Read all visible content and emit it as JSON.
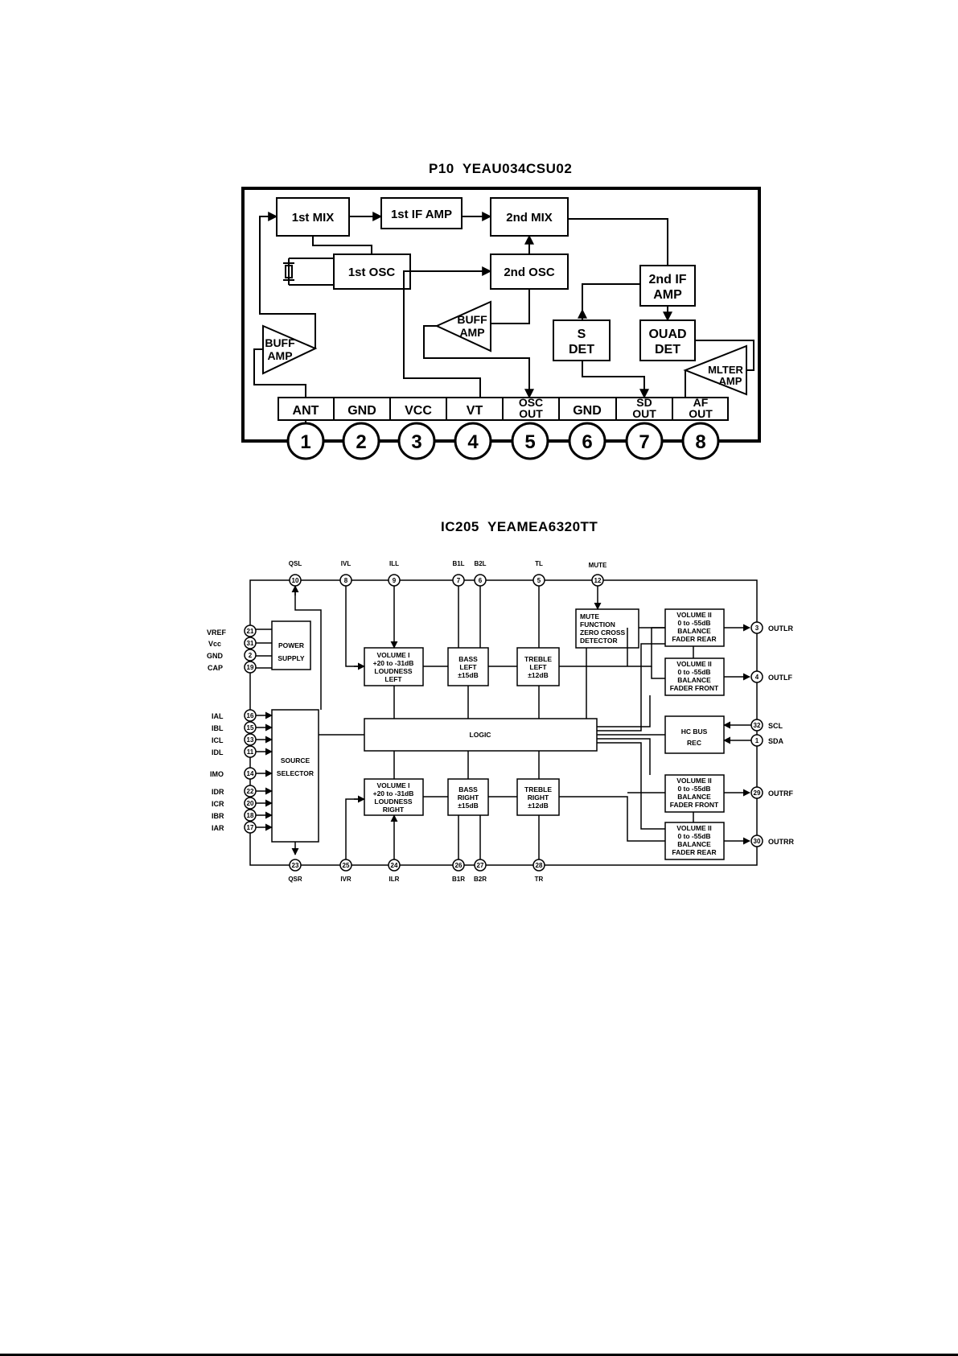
{
  "top": {
    "title": "P10  YEAU034CSU02",
    "blocks": {
      "mix1": "1st MIX",
      "if1": "1st IF AMP",
      "mix2": "2nd MIX",
      "osc1": "1st OSC",
      "osc2": "2nd OSC",
      "if2": [
        "2nd IF",
        "AMP"
      ],
      "buff_right": [
        "BUFF",
        "AMP"
      ],
      "buff_left": [
        "BUFF",
        "AMP"
      ],
      "sdet": [
        "S",
        "DET"
      ],
      "quad": [
        "OUAD",
        "DET"
      ],
      "filter": [
        "MLTER",
        "AMP"
      ]
    },
    "pins": [
      {
        "num": "1",
        "label": [
          "ANT"
        ]
      },
      {
        "num": "2",
        "label": [
          "GND"
        ]
      },
      {
        "num": "3",
        "label": [
          "VCC"
        ]
      },
      {
        "num": "4",
        "label": [
          "VT"
        ]
      },
      {
        "num": "5",
        "label": [
          "OSC",
          "OUT"
        ]
      },
      {
        "num": "6",
        "label": [
          "GND"
        ]
      },
      {
        "num": "7",
        "label": [
          "SD",
          "OUT"
        ]
      },
      {
        "num": "8",
        "label": [
          "AF",
          "OUT"
        ]
      }
    ]
  },
  "bottom": {
    "title": "IC205  YEAMEA6320TT",
    "top_pins": [
      {
        "num": "10",
        "label": "QSL"
      },
      {
        "num": "8",
        "label": "IVL"
      },
      {
        "num": "9",
        "label": "ILL"
      },
      {
        "num": "7",
        "label": "B1L"
      },
      {
        "num": "6",
        "label": "B2L"
      },
      {
        "num": "5",
        "label": "TL"
      },
      {
        "num": "12",
        "label": "MUTE"
      }
    ],
    "bottom_pins": [
      {
        "num": "23",
        "label": "QSR"
      },
      {
        "num": "25",
        "label": "IVR"
      },
      {
        "num": "24",
        "label": "ILR"
      },
      {
        "num": "26",
        "label": "B1R"
      },
      {
        "num": "27",
        "label": "B2R"
      },
      {
        "num": "28",
        "label": "TR"
      }
    ],
    "left_power_pins": [
      {
        "num": "21",
        "label": "VREF"
      },
      {
        "num": "31",
        "label": "Vcc"
      },
      {
        "num": "2",
        "label": "GND"
      },
      {
        "num": "19",
        "label": "CAP"
      }
    ],
    "left_input_pins": [
      {
        "num": "16",
        "label": "IAL"
      },
      {
        "num": "15",
        "label": "IBL"
      },
      {
        "num": "13",
        "label": "ICL"
      },
      {
        "num": "11",
        "label": "IDL"
      },
      {
        "num": "14",
        "label": "IMO"
      },
      {
        "num": "22",
        "label": "IDR"
      },
      {
        "num": "20",
        "label": "ICR"
      },
      {
        "num": "18",
        "label": "IBR"
      },
      {
        "num": "17",
        "label": "IAR"
      }
    ],
    "right_pins": [
      {
        "num": "3",
        "label": "OUTLR"
      },
      {
        "num": "4",
        "label": "OUTLF"
      },
      {
        "num": "32",
        "label": "SCL"
      },
      {
        "num": "1",
        "label": "SDA"
      },
      {
        "num": "29",
        "label": "OUTRF"
      },
      {
        "num": "30",
        "label": "OUTRR"
      }
    ],
    "blocks": {
      "power": [
        "POWER",
        "SUPPLY"
      ],
      "source": [
        "SOURCE",
        "SELECTOR"
      ],
      "vol_left": [
        "VOLUME I",
        "+20 to -31dB",
        "LOUDNESS",
        "LEFT"
      ],
      "vol_right": [
        "VOLUME I",
        "+20 to -31dB",
        "LOUDNESS",
        "RIGHT"
      ],
      "bass_left": [
        "BASS",
        "LEFT",
        "±15dB"
      ],
      "bass_right": [
        "BASS",
        "RIGHT",
        "±15dB"
      ],
      "treble_left": [
        "TREBLE",
        "LEFT",
        "±12dB"
      ],
      "treble_right": [
        "TREBLE",
        "RIGHT",
        "±12dB"
      ],
      "mute": [
        "MUTE",
        "FUNCTION",
        "ZERO CROSS",
        "DETECTOR"
      ],
      "logic": "LOGIC",
      "iic": [
        "HC BUS",
        "REC"
      ],
      "vol2_lr": [
        "VOLUME II",
        "0 to -55dB",
        "BALANCE",
        "FADER REAR"
      ],
      "vol2_lf": [
        "VOLUME II",
        "0 to -55dB",
        "BALANCE",
        "FADER FRONT"
      ],
      "vol2_rf": [
        "VOLUME II",
        "0 to -55dB",
        "BALANCE",
        "FADER FRONT"
      ],
      "vol2_rr": [
        "VOLUME II",
        "0 to -55dB",
        "BALANCE",
        "FADER REAR"
      ]
    }
  }
}
